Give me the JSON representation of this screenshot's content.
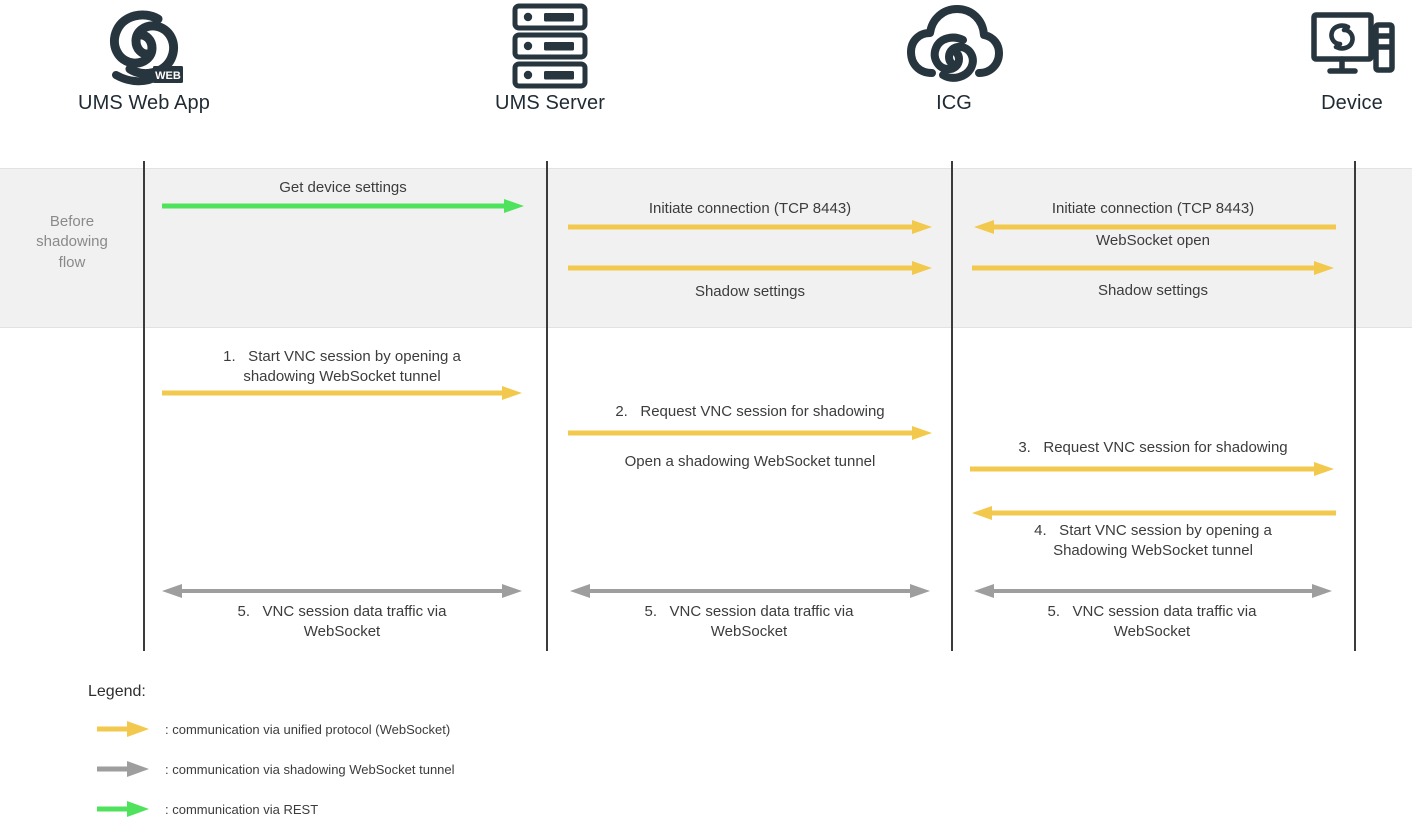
{
  "colors": {
    "unified_protocol": "#F2C94C",
    "shadowing_tunnel": "#9E9E9E",
    "rest": "#4FE25C",
    "lifeline": "#3b3b3b",
    "band_background": "#f1f1f1",
    "text": "#3c3c3c",
    "icon": "#27353E"
  },
  "actors": [
    {
      "name": "UMS Web App",
      "icon": "ums-web-app-icon"
    },
    {
      "name": "UMS Server",
      "icon": "server-rack-icon"
    },
    {
      "name": "ICG",
      "icon": "cloud-gateway-icon"
    },
    {
      "name": "Device",
      "icon": "desktop-device-icon"
    }
  ],
  "band": {
    "label": "Before\nshadowing\nflow",
    "label_lines": [
      "Before",
      "shadowing",
      "flow"
    ]
  },
  "messages": {
    "get_device_settings": "Get device settings",
    "initiate_connection_server": "Initiate connection (TCP 8443)",
    "shadow_settings_server": "Shadow settings",
    "initiate_connection_icg": "Initiate connection (TCP 8443)",
    "websocket_open": "WebSocket open",
    "shadow_settings_icg": "Shadow settings",
    "step1_line1": "1.   Start VNC session by opening a",
    "step1_line2": "shadowing WebSocket tunnel",
    "step2": "2.   Request VNC session for shadowing",
    "open_shadowing_tunnel": "Open a shadowing WebSocket tunnel",
    "step3": "3.   Request VNC session for shadowing",
    "step4_line1": "4.   Start VNC session by opening a",
    "step4_line2": "Shadowing WebSocket tunnel",
    "step5_line1": "5.   VNC session data traffic via",
    "step5_line2": "WebSocket",
    "step5b_line1": "5.   VNC session data traffic via",
    "step5b_line2": "WebSocket",
    "step5c_line1": "5.   VNC session data traffic via",
    "step5c_line2": "WebSocket"
  },
  "legend": {
    "title": "Legend:",
    "items": [
      {
        "color_key": "unified_protocol",
        "icon": "yellow-arrow-icon",
        "text": ": communication via unified protocol (WebSocket)"
      },
      {
        "color_key": "shadowing_tunnel",
        "icon": "gray-arrow-icon",
        "text": ": communication via shadowing WebSocket tunnel"
      },
      {
        "color_key": "rest",
        "icon": "green-arrow-icon",
        "text": ": communication via REST"
      }
    ]
  }
}
